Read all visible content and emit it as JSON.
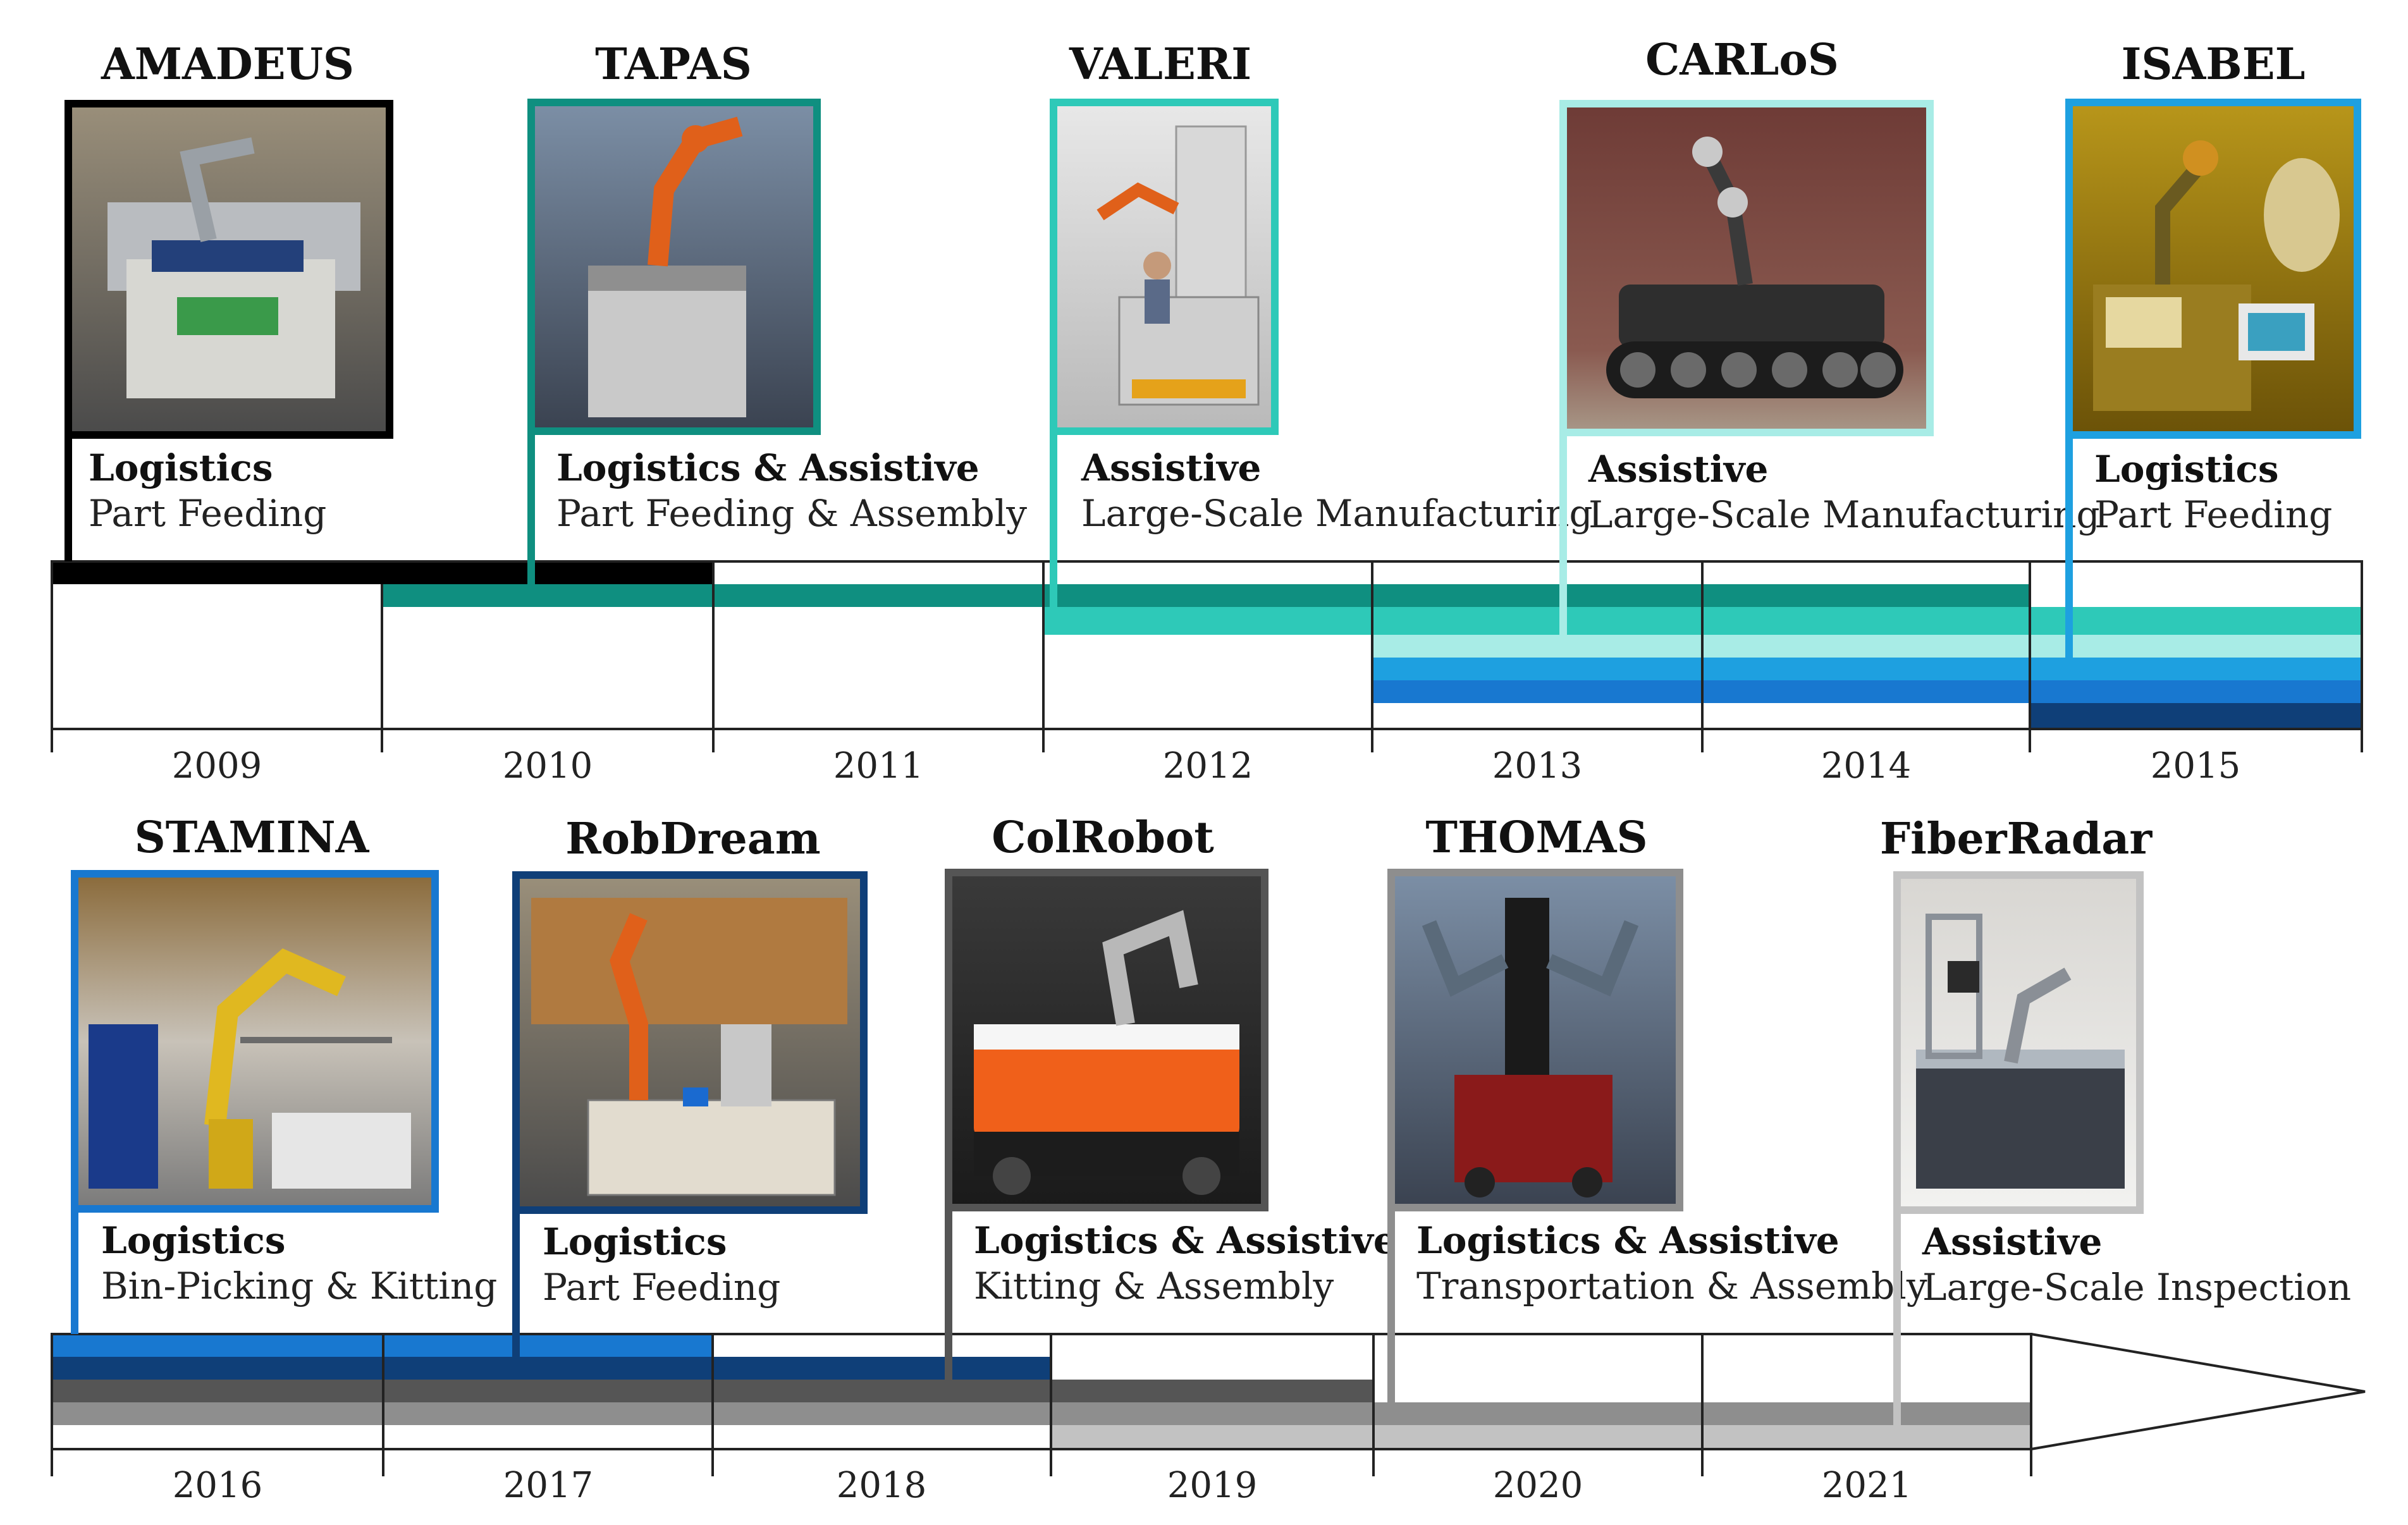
{
  "timeline": {
    "row1_years": [
      "2009",
      "2010",
      "2011",
      "2012",
      "2013",
      "2014",
      "2015"
    ],
    "row2_years": [
      "2016",
      "2017",
      "2018",
      "2019",
      "2020",
      "2021"
    ]
  },
  "projects": [
    {
      "id": "amadeus",
      "title": "AMADEUS",
      "category": "Logistics",
      "application": "Part Feeding",
      "color": "#000000"
    },
    {
      "id": "tapas",
      "title": "TAPAS",
      "category": "Logistics & Assistive",
      "application": "Part Feeding & Assembly",
      "color": "#0f8f80"
    },
    {
      "id": "valeria",
      "title": "VALERI",
      "title_wrap": "A",
      "category": "Assistive",
      "application": "Large-Scale Manufacturing",
      "color": "#2ec9b8"
    },
    {
      "id": "carlos",
      "title": "CARLoS",
      "category": "Assistive",
      "application": "Large-Scale Manufacturing",
      "color": "#a8ece6"
    },
    {
      "id": "isabel",
      "title": "ISABEL",
      "category": "Logistics",
      "application": "Part Feeding",
      "color": "#1ea0e0"
    },
    {
      "id": "stamina",
      "title": "STAMINA",
      "category": "Logistics",
      "application": "Bin-Picking & Kitting",
      "color": "#1878d0"
    },
    {
      "id": "robdream",
      "title": "RobDream",
      "category": "Logistics",
      "application": "Part Feeding",
      "color": "#0f3f78"
    },
    {
      "id": "colrobot",
      "title": "ColRobot",
      "category": "Logistics & Assistive",
      "application": "Kitting & Assembly",
      "color": "#555555"
    },
    {
      "id": "thomas",
      "title": "THOMAS",
      "category": "Logistics & Assistive",
      "application": "Transportation & Assembly",
      "color": "#8e8e8e"
    },
    {
      "id": "fiberradar",
      "title": "FiberRadar",
      "category": "Assistive",
      "application": "Large-Scale Inspection",
      "color": "#c2c2c2"
    }
  ]
}
